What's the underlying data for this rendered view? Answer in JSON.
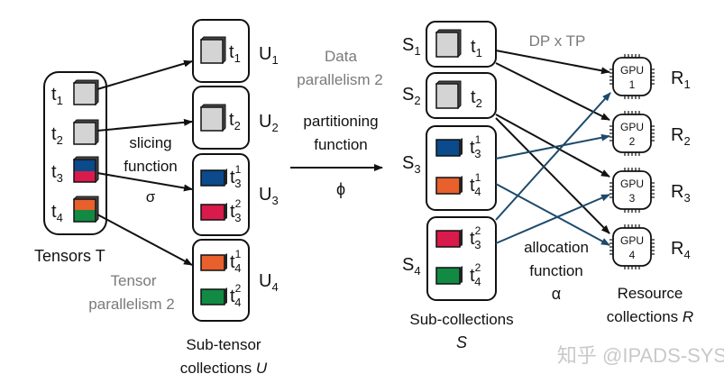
{
  "colors": {
    "cube_grey": "#d4d4d4",
    "blue": "#0b4a8b",
    "red": "#d81b4a",
    "orange": "#e8602c",
    "green": "#128a43",
    "alloc_arrow": "#1d4a6b",
    "black_arrow": "#111111",
    "annotation_grey": "#7a7a7a"
  },
  "tensors": {
    "title": "Tensors T",
    "items": [
      {
        "base": "t",
        "sub": "1"
      },
      {
        "base": "t",
        "sub": "2"
      },
      {
        "base": "t",
        "sub": "3"
      },
      {
        "base": "t",
        "sub": "4"
      }
    ]
  },
  "slicing": {
    "line1": "slicing",
    "line2": "function",
    "symbol": "σ"
  },
  "tensor_parallelism": {
    "line1": "Tensor",
    "line2": "parallelism 2"
  },
  "sub_tensor_collections": {
    "title_line1": "Sub-tensor",
    "title_line2": "collections",
    "title_var": "U",
    "groups": [
      {
        "label": "U",
        "sub": "1",
        "items": [
          {
            "base": "t",
            "sub": "1",
            "sup": ""
          }
        ]
      },
      {
        "label": "U",
        "sub": "2",
        "items": [
          {
            "base": "t",
            "sub": "2",
            "sup": ""
          }
        ]
      },
      {
        "label": "U",
        "sub": "3",
        "items": [
          {
            "base": "t",
            "sub": "3",
            "sup": "1"
          },
          {
            "base": "t",
            "sub": "3",
            "sup": "2"
          }
        ]
      },
      {
        "label": "U",
        "sub": "4",
        "items": [
          {
            "base": "t",
            "sub": "4",
            "sup": "1"
          },
          {
            "base": "t",
            "sub": "4",
            "sup": "2"
          }
        ]
      }
    ]
  },
  "data_parallelism": {
    "line1": "Data",
    "line2": "parallelism 2"
  },
  "partitioning": {
    "line1": "partitioning",
    "line2": "function",
    "symbol": "ϕ"
  },
  "sub_collections": {
    "title": "Sub-collections",
    "title_var": "S",
    "groups": [
      {
        "label": "S",
        "sub": "1",
        "items": [
          {
            "base": "t",
            "sub": "1",
            "sup": ""
          }
        ]
      },
      {
        "label": "S",
        "sub": "2",
        "items": [
          {
            "base": "t",
            "sub": "2",
            "sup": ""
          }
        ]
      },
      {
        "label": "S",
        "sub": "3",
        "items": [
          {
            "base": "t",
            "sub": "3",
            "sup": "1"
          },
          {
            "base": "t",
            "sub": "4",
            "sup": "1"
          }
        ]
      },
      {
        "label": "S",
        "sub": "4",
        "items": [
          {
            "base": "t",
            "sub": "3",
            "sup": "2"
          },
          {
            "base": "t",
            "sub": "4",
            "sup": "2"
          }
        ]
      }
    ]
  },
  "dp_tp": "DP x TP",
  "allocation": {
    "line1": "allocation",
    "line2": "function",
    "symbol": "α"
  },
  "resources": {
    "title_line1": "Resource",
    "title_line2": "collections",
    "title_var": "R",
    "gpus": [
      {
        "name": "GPU",
        "num": "1",
        "label": "R",
        "sub": "1"
      },
      {
        "name": "GPU",
        "num": "2",
        "label": "R",
        "sub": "2"
      },
      {
        "name": "GPU",
        "num": "3",
        "label": "R",
        "sub": "3"
      },
      {
        "name": "GPU",
        "num": "4",
        "label": "R",
        "sub": "4"
      }
    ]
  },
  "watermark": "知乎 @IPADS-SYS"
}
